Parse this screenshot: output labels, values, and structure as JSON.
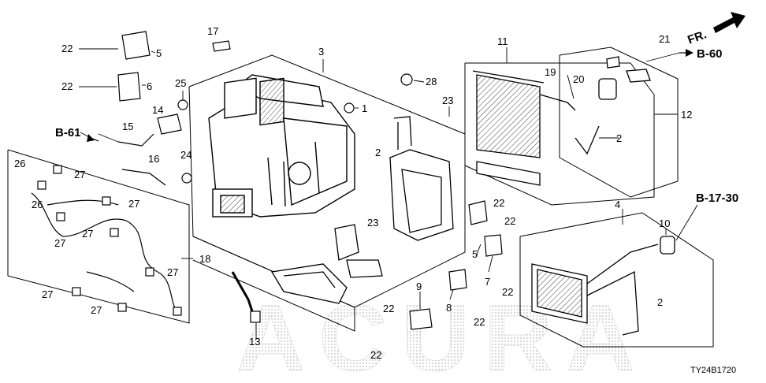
{
  "diagram_code": "TY24B1720",
  "direction_label": "FR.",
  "watermark": "ACURA",
  "refs": {
    "b60": "B-60",
    "b61": "B-61",
    "b1730": "B-17-30"
  },
  "callouts": {
    "c1": "1",
    "c2a": "2",
    "c2b": "2",
    "c2c": "2",
    "c3": "3",
    "c4": "4",
    "c5a": "5",
    "c5b": "5",
    "c6": "6",
    "c7": "7",
    "c8": "8",
    "c9": "9",
    "c10": "10",
    "c11": "11",
    "c12": "12",
    "c13": "13",
    "c14": "14",
    "c15": "15",
    "c16": "16",
    "c17": "17",
    "c18": "18",
    "c19": "19",
    "c20": "20",
    "c21": "21",
    "c22a": "22",
    "c22b": "22",
    "c22c": "22",
    "c22d": "22",
    "c22e": "22",
    "c22f": "22",
    "c22g": "22",
    "c22h": "22",
    "c23a": "23",
    "c23b": "23",
    "c24": "24",
    "c25": "25",
    "c26a": "26",
    "c26b": "26",
    "c27a": "27",
    "c27b": "27",
    "c27c": "27",
    "c27d": "27",
    "c27e": "27",
    "c27f": "27",
    "c27g": "27",
    "c28": "28"
  }
}
